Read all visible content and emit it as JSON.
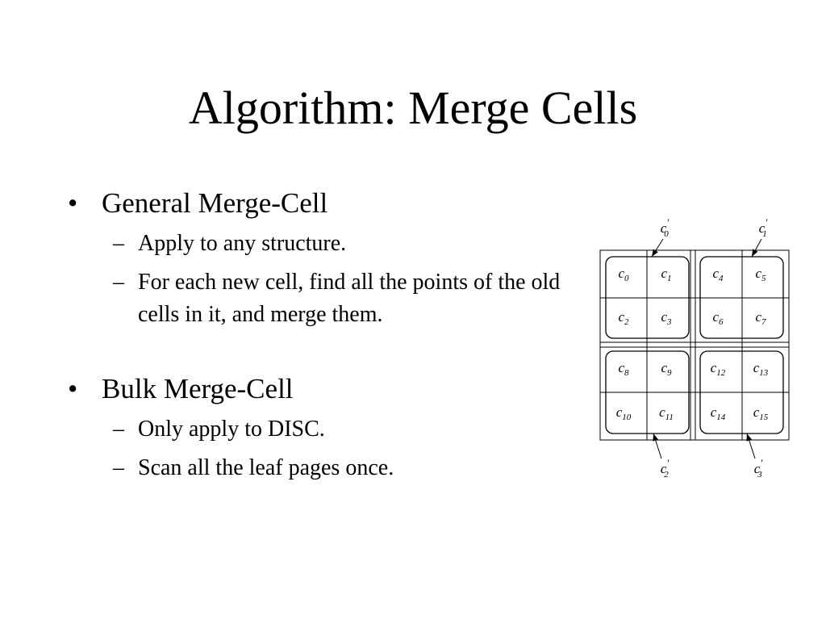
{
  "slide": {
    "title": "Algorithm: Merge Cells",
    "bullets": [
      {
        "text": "General Merge-Cell",
        "marker": "•",
        "sub": [
          {
            "marker": "–",
            "text": "Apply to any structure."
          },
          {
            "marker": "–",
            "text": "For each new cell, find all the points of the old cells in it, and merge them."
          }
        ]
      },
      {
        "text": "Bulk Merge-Cell",
        "marker": "•",
        "sub": [
          {
            "marker": "–",
            "text": "Only apply to DISC."
          },
          {
            "marker": "–",
            "text": "Scan all the leaf pages once."
          }
        ]
      }
    ]
  },
  "diagram": {
    "old_cells": [
      "0",
      "1",
      "2",
      "3",
      "4",
      "5",
      "6",
      "7",
      "8",
      "9",
      "10",
      "11",
      "12",
      "13",
      "14",
      "15"
    ],
    "old_cell_letter": "c",
    "new_cell_letter": "c",
    "prime_mark": "′",
    "new_cells": [
      "0",
      "1",
      "2",
      "3"
    ]
  }
}
